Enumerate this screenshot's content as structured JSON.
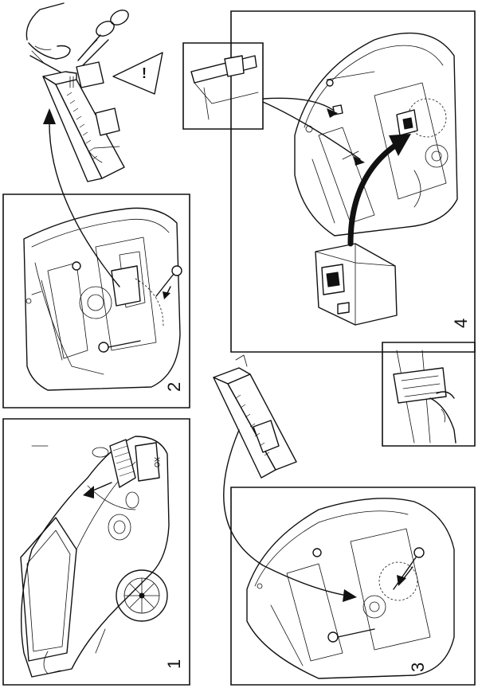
{
  "panels": [
    {
      "id": "panel-1",
      "number": "1"
    },
    {
      "id": "panel-2",
      "number": "2"
    },
    {
      "id": "panel-3",
      "number": "3"
    },
    {
      "id": "panel-4",
      "number": "4"
    }
  ],
  "warning": {
    "symbol": "!",
    "icon": "warning-triangle-icon"
  },
  "car_plate_text": "XO",
  "icons": [
    "scissors-icon",
    "hand-icon",
    "warning-triangle-icon",
    "car-icon",
    "bolt-icon",
    "fuse-box-icon",
    "clip-icon"
  ]
}
